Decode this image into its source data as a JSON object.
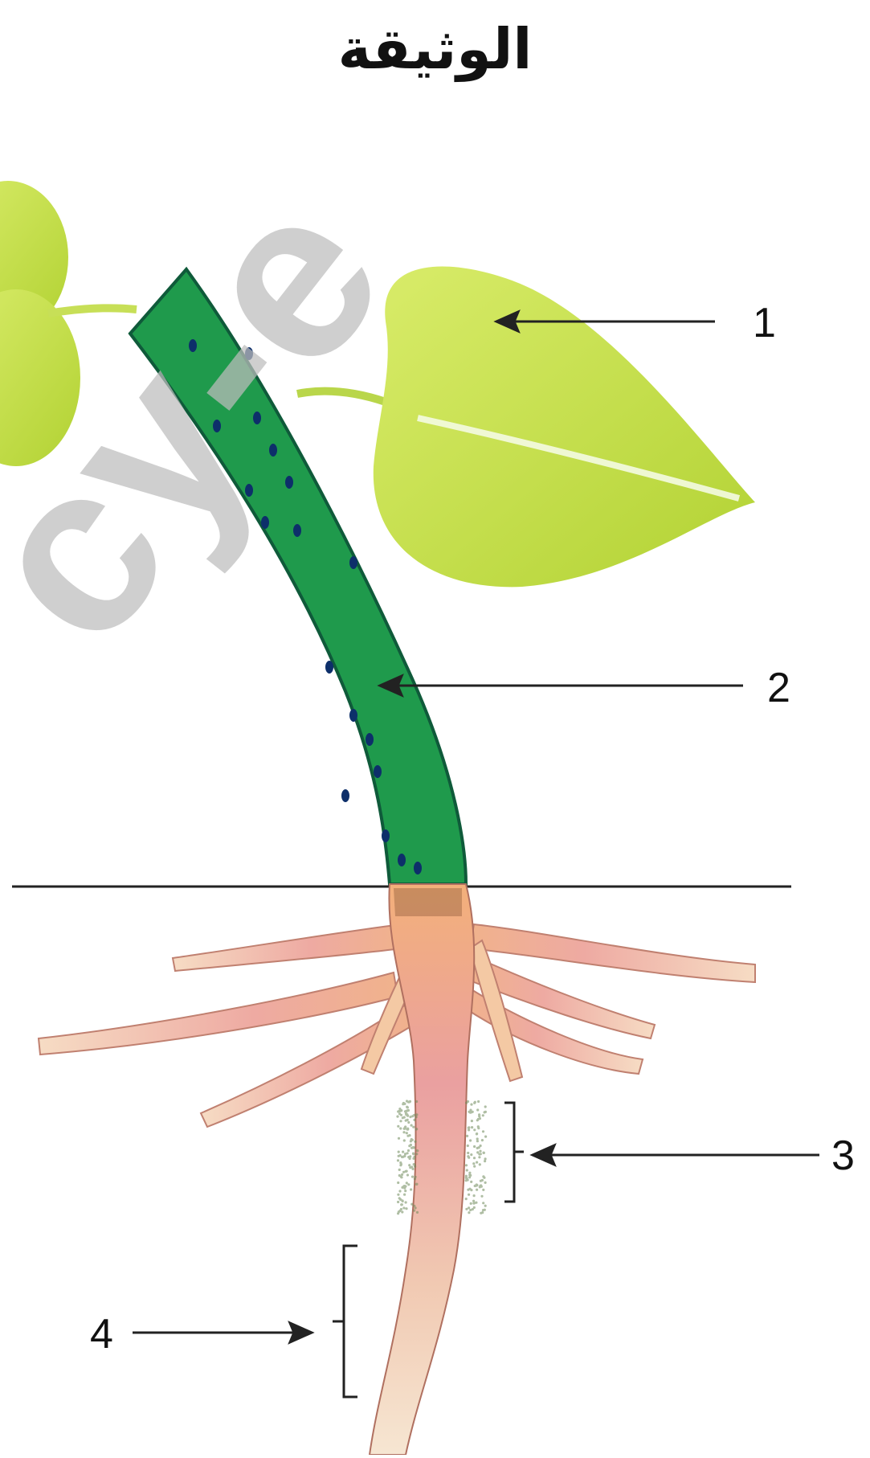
{
  "document": {
    "title": "الوثيقة"
  },
  "diagram": {
    "labels": [
      {
        "id": "1",
        "text": "1"
      },
      {
        "id": "2",
        "text": "2"
      },
      {
        "id": "3",
        "text": "3"
      },
      {
        "id": "4",
        "text": "4"
      }
    ],
    "watermark": {
      "text": "cy-e"
    },
    "colors": {
      "leaf": "#c9e04a",
      "leaf_dark": "#a8c82c",
      "stem": "#1f9a4c",
      "stem_edge": "#0f5a3a",
      "root_upper": "#f3b48a",
      "root_pink": "#eea8a4",
      "root_tip": "#f3d9c0",
      "watermark": "#bdbdbd"
    }
  }
}
